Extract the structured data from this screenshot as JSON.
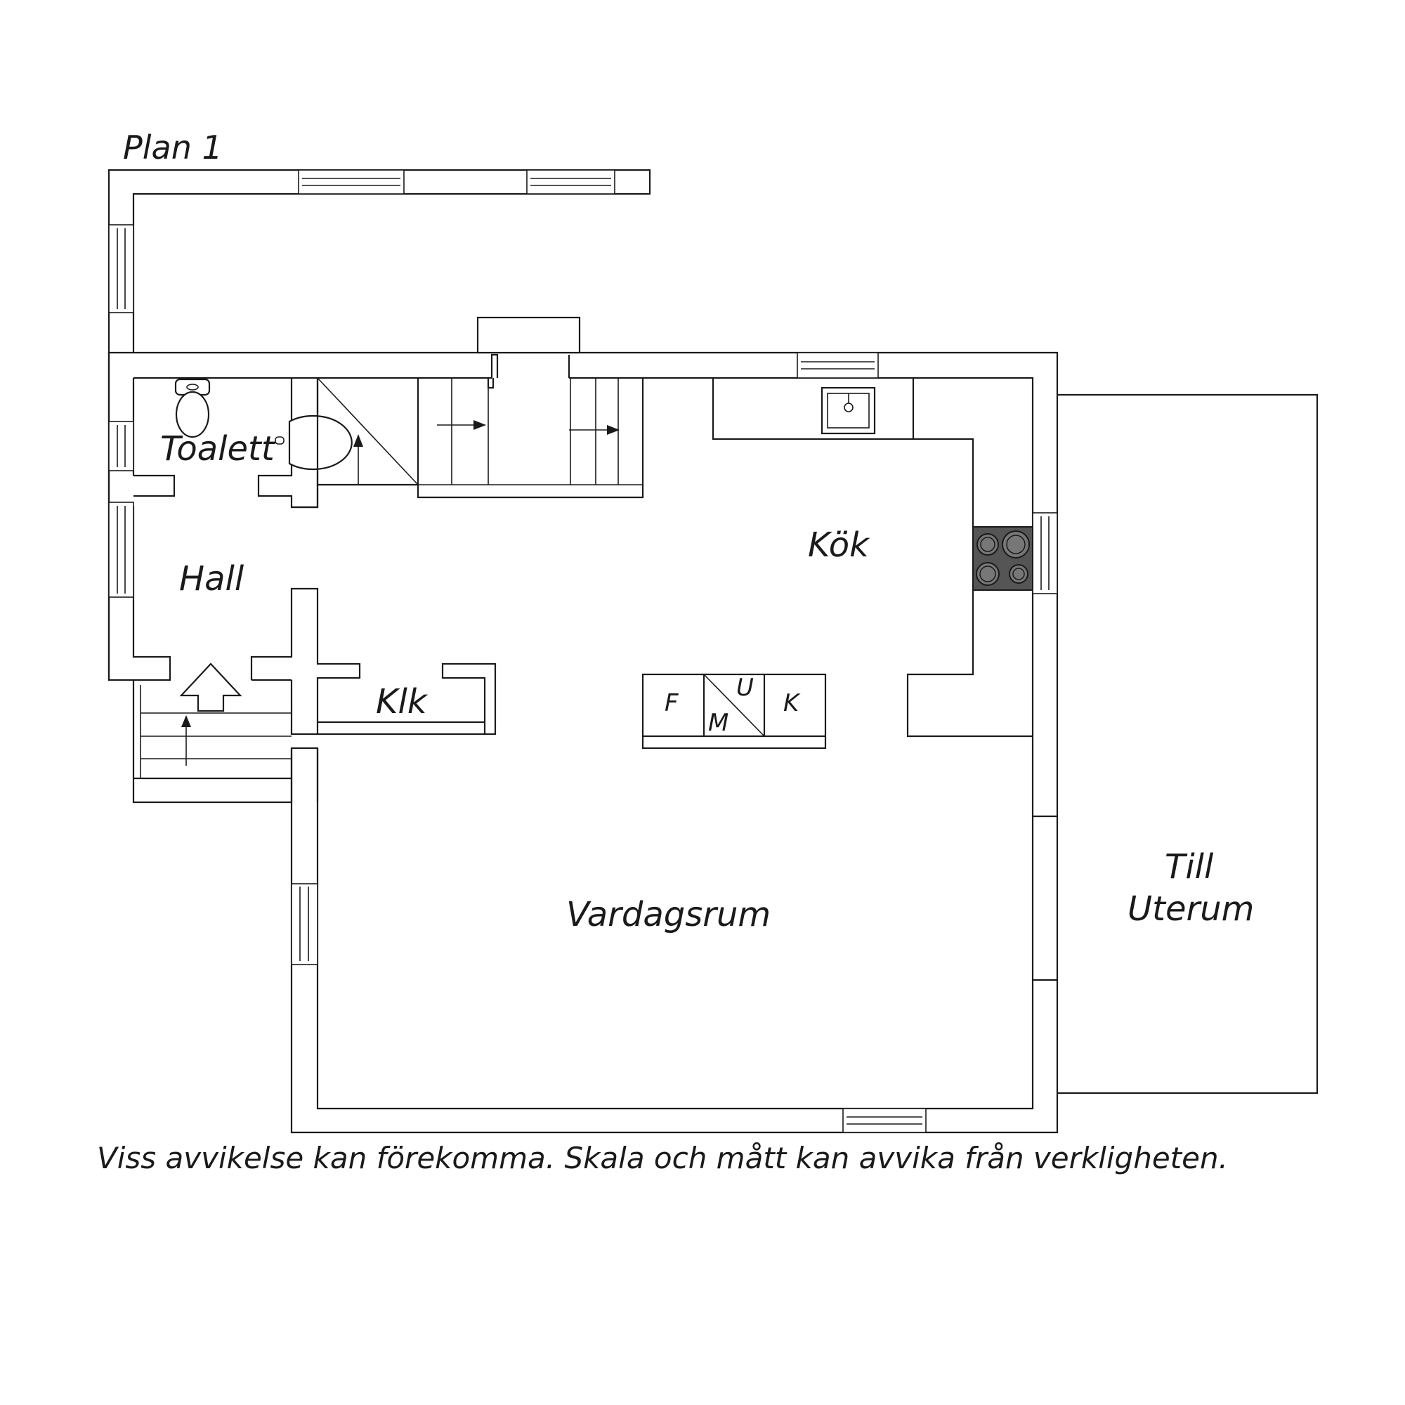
{
  "plan_title": "Plan 1",
  "rooms": {
    "toalett": "Toalett",
    "hall": "Hall",
    "klk": "Klk",
    "kok": "Kök",
    "vardagsrum": "Vardagsrum",
    "uterum_line1": "Till",
    "uterum_line2": "Uterum"
  },
  "appliances": {
    "fridge": "F",
    "oven": "U",
    "microwave": "M",
    "freezer": "K"
  },
  "disclaimer": "Viss avvikelse kan förekomma. Skala och mått kan avvika från verkligheten."
}
